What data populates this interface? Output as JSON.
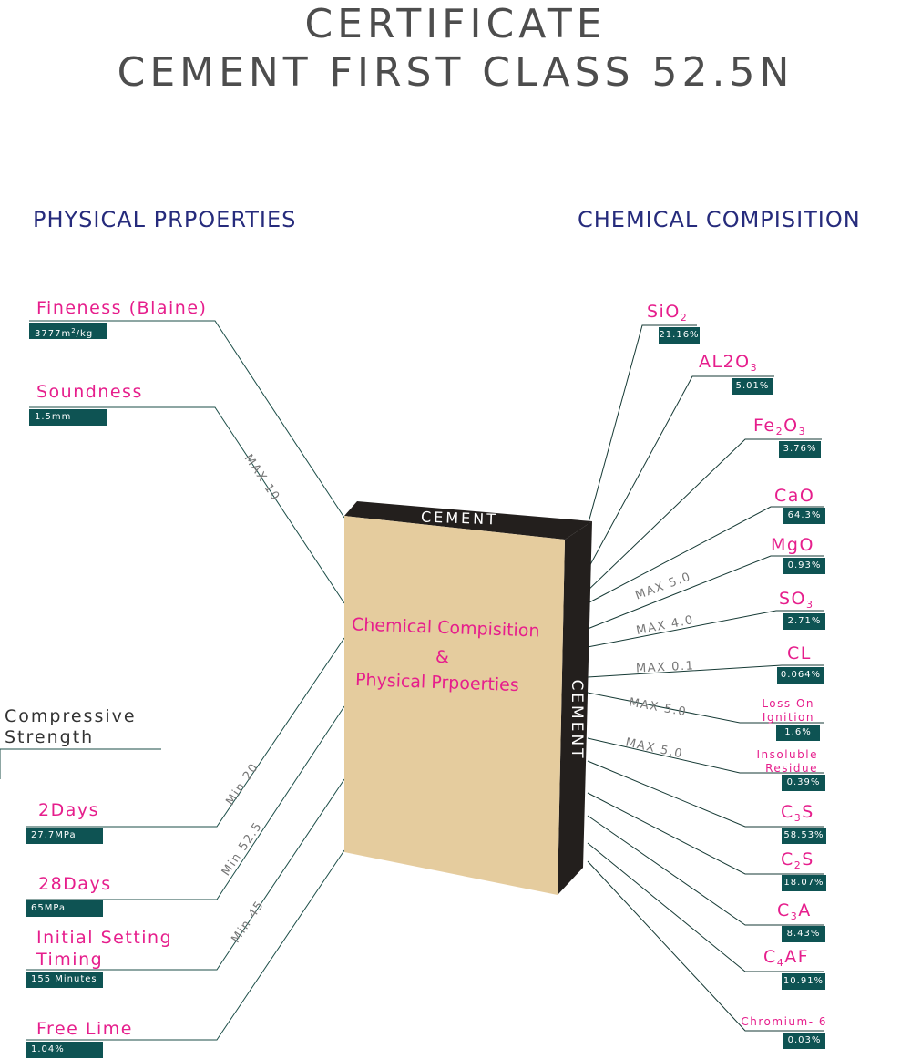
{
  "title": {
    "line1": "CERTIFICATE",
    "line2": "CEMENT FIRST CLASS 52.5N"
  },
  "sections": {
    "physical": "PHYSICAL PRPOERTIES",
    "chemical": "CHEMICAL COMPISITION"
  },
  "box": {
    "top_label": "CEMENT",
    "side_label": "CEMENT",
    "line1": "Chemical Compisition",
    "amp": "&",
    "line2": "Physical Prpoerties",
    "front_color": "#e5cc9e",
    "dark_color": "#231f1d"
  },
  "physical": {
    "fineness": {
      "label": "Fineness (Blaine)",
      "value_num": "3777m",
      "value_sup": "2",
      "value_unit": "/kg"
    },
    "soundness": {
      "label": "Soundness",
      "value": "1.5mm",
      "limit": "MAX 10"
    },
    "compressive": {
      "line1": "Compressive",
      "line2": "Strength"
    },
    "days2": {
      "label": "2Days",
      "value": "27.7MPa",
      "limit": "Min 20"
    },
    "days28": {
      "label": "28Days",
      "value": "65MPa",
      "limit": "Min 52.5"
    },
    "setting": {
      "line1": "Initial Setting",
      "line2": "Timing",
      "value": "155 Minutes",
      "limit": "Min 45"
    },
    "free_lime": {
      "label": "Free Lime",
      "value": "1.04%"
    }
  },
  "chemical": {
    "sio2": {
      "base": "SiO",
      "sub": "2",
      "value": "21.16%"
    },
    "al2o3": {
      "base": "AL2O",
      "sub": "3",
      "value": "5.01%"
    },
    "fe2o3": {
      "a": "Fe",
      "sub1": "2",
      "b": "O",
      "sub2": "3",
      "value": "3.76%"
    },
    "cao": {
      "label": "CaO",
      "value": "64.3%"
    },
    "mgo": {
      "label": "MgO",
      "value": "0.93%",
      "limit": "MAX 5.0"
    },
    "so3": {
      "base": "SO",
      "sub": "3",
      "value": "2.71%",
      "limit": "MAX 4.0"
    },
    "cl": {
      "label": "CL",
      "value": "0.064%",
      "limit": "MAX 0.1"
    },
    "loi": {
      "line1": "Loss On",
      "line2": "Ignition",
      "value": "1.6%",
      "limit": "MAX 5.0"
    },
    "ir": {
      "line1": "Insoluble",
      "line2": "Residue",
      "value": "0.39%",
      "limit": "MAX 5.0"
    },
    "c3s": {
      "a": "C",
      "sub": "3",
      "b": "S",
      "value": "58.53%"
    },
    "c2s": {
      "a": "C",
      "sub": "2",
      "b": "S",
      "value": "18.07%"
    },
    "c3a": {
      "a": "C",
      "sub": "3",
      "b": "A",
      "value": "8.43%"
    },
    "c4af": {
      "a": "C",
      "sub": "4",
      "b": "AF",
      "value": "10.91%"
    },
    "chromium": {
      "label": "Chromium- 6",
      "value": "0.03%"
    }
  },
  "colors": {
    "title": "#4d4d4d",
    "section": "#262b7c",
    "label": "#e61e8c",
    "badge": "#0e5353",
    "line_left": "#1b4d47",
    "line_right": "#163a35"
  }
}
